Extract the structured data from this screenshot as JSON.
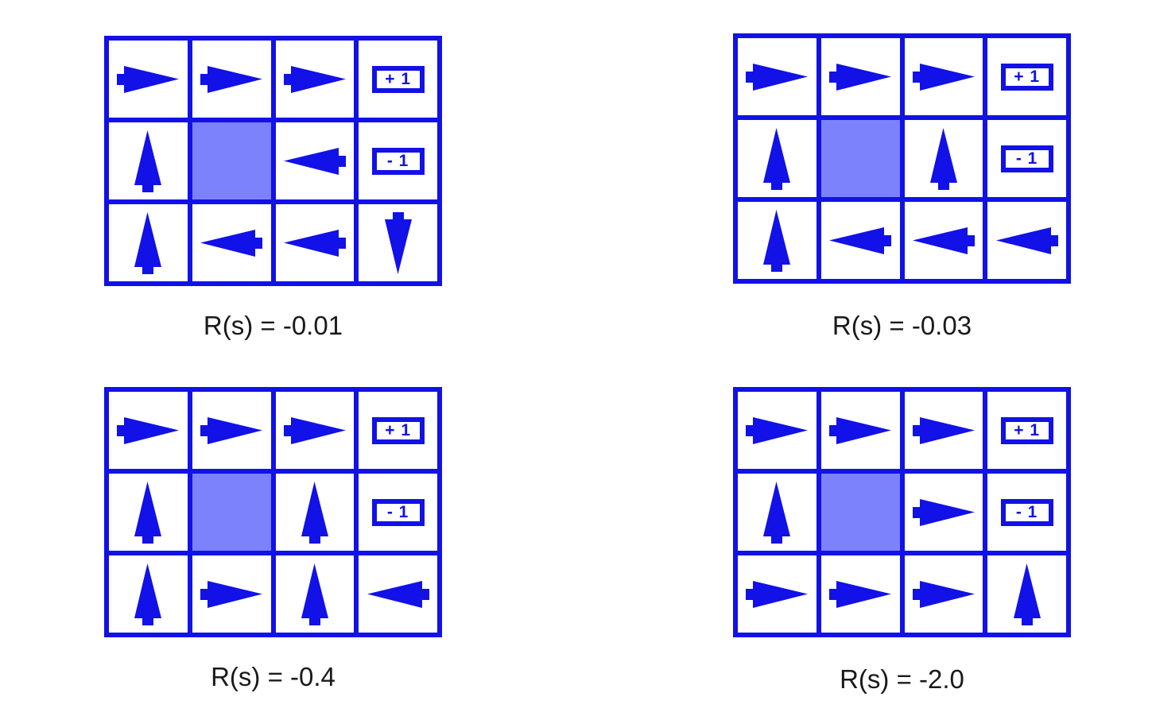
{
  "figure": {
    "type": "gridworld-policy-panels",
    "panel_layout": "2x2",
    "colors": {
      "primary_blue": "#1111e8",
      "wall_fill": "#7b82fc",
      "cell_fill": "#ffffff",
      "caption_text": "#1a1a1a",
      "background": "#ffffff"
    },
    "grid": {
      "columns": 4,
      "rows": 3
    },
    "legend": {
      "arrow_right": "arrow-right-icon",
      "arrow_left": "arrow-left-icon",
      "arrow_up": "arrow-up-icon",
      "arrow_down": "arrow-down-icon",
      "wall": "wall-cell",
      "terminal_positive": "+ 1",
      "terminal_negative": "- 1"
    }
  },
  "panels": [
    {
      "id": "panel-r-0-01",
      "position": "top-left",
      "caption": "R(s) = -0.01",
      "reward": "-0.01",
      "cells": [
        [
          "right",
          "right",
          "right",
          "terminal-positive"
        ],
        [
          "up",
          "wall",
          "left",
          "terminal-negative"
        ],
        [
          "up",
          "left",
          "left",
          "down"
        ]
      ]
    },
    {
      "id": "panel-r-0-03",
      "position": "top-right",
      "caption": "R(s) = -0.03",
      "reward": "-0.03",
      "cells": [
        [
          "right",
          "right",
          "right",
          "terminal-positive"
        ],
        [
          "up",
          "wall",
          "up",
          "terminal-negative"
        ],
        [
          "up",
          "left",
          "left",
          "left"
        ]
      ]
    },
    {
      "id": "panel-r-0-4",
      "position": "bottom-left",
      "caption": "R(s) = -0.4",
      "reward": "-0.4",
      "cells": [
        [
          "right",
          "right",
          "right",
          "terminal-positive"
        ],
        [
          "up",
          "wall",
          "up",
          "terminal-negative"
        ],
        [
          "up",
          "right",
          "up",
          "left"
        ]
      ]
    },
    {
      "id": "panel-r-2-0",
      "position": "bottom-right",
      "caption": "R(s) = -2.0",
      "reward": "-2.0",
      "cells": [
        [
          "right",
          "right",
          "right",
          "terminal-positive"
        ],
        [
          "up",
          "wall",
          "right",
          "terminal-negative"
        ],
        [
          "right",
          "right",
          "right",
          "up"
        ]
      ]
    }
  ],
  "terminal_labels": {
    "positive": "+ 1",
    "negative": "- 1"
  }
}
